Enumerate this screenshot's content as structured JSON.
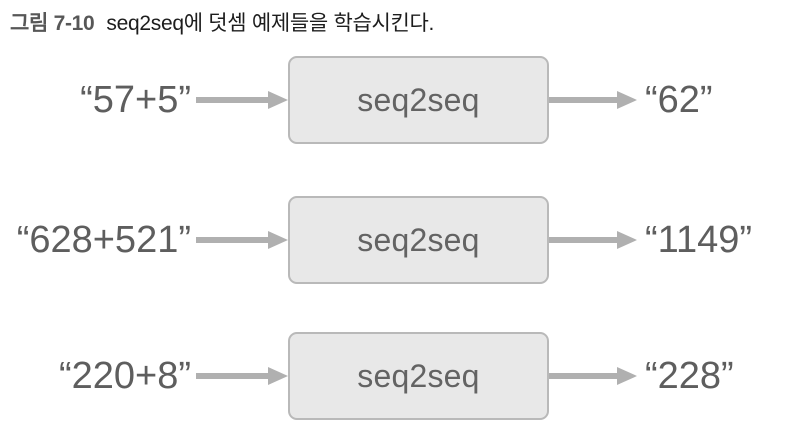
{
  "caption": {
    "figure_number": "그림 7-10",
    "text": "seq2seq에 덧셈 예제들을 학습시킨다."
  },
  "diagram": {
    "type": "flow",
    "box_label": "seq2seq",
    "arrow_color": "#b0b0b0",
    "box_fill": "#e8e8e8",
    "box_border": "#b9b9b9",
    "text_color": "#5e5e5e",
    "rows": [
      {
        "input": "“57+5”",
        "output": "“62”",
        "model": "seq2seq"
      },
      {
        "input": "“628+521”",
        "output": "“1149”",
        "model": "seq2seq"
      },
      {
        "input": "“220+8”",
        "output": "“228”",
        "model": "seq2seq"
      }
    ]
  },
  "icons": {
    "arrow_right": "arrow-right-icon"
  }
}
